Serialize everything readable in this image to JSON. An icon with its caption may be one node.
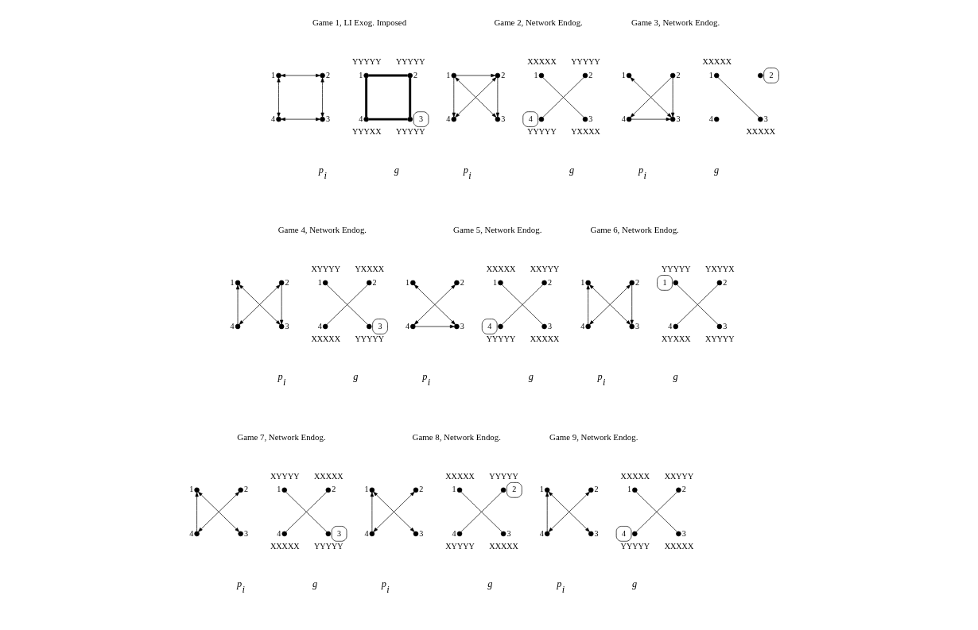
{
  "diagram": {
    "nodes": [
      {
        "text": [
          "1"
        ]
      },
      {
        "text": [
          "2"
        ]
      },
      {
        "text": [
          "4"
        ]
      },
      {
        "text": [
          "3"
        ]
      },
      {
        "text": [
          "1"
        ],
        "beside": [
          "YYYYY"
        ]
      },
      {
        "text": [
          "2"
        ],
        "beside": [
          "YYYYY"
        ]
      },
      {
        "text": [
          "4"
        ],
        "beside": [
          "YYYXX"
        ]
      },
      {
        "text": [
          "3"
        ],
        "beside": [
          "YYYYY"
        ]
      },
      {
        "text": [
          "1"
        ]
      },
      {
        "text": [
          "2"
        ]
      },
      {
        "text": [
          "4"
        ]
      },
      {
        "text": [
          "3"
        ]
      },
      {
        "text": [
          "1"
        ],
        "beside": [
          "XXXXX"
        ]
      },
      {
        "text": [
          "2"
        ],
        "beside": [
          "YYYYY"
        ]
      },
      {
        "text": [
          "4"
        ],
        "beside": [
          "YYYYY"
        ]
      },
      {
        "text": [
          "3"
        ],
        "beside": [
          "YXXXX"
        ]
      },
      {
        "text": [
          "1"
        ]
      },
      {
        "text": [
          "2"
        ]
      },
      {
        "text": [
          "4"
        ]
      },
      {
        "text": [
          "3"
        ]
      },
      {
        "text": [
          "1"
        ],
        "beside": [
          "XXXXX"
        ]
      },
      {
        "text": [
          "2"
        ]
      },
      {
        "text": [
          "4"
        ]
      },
      {
        "text": [
          "3"
        ],
        "beside": [
          "XXXXX"
        ]
      },
      {
        "text": [
          "1"
        ]
      },
      {
        "text": [
          "2"
        ]
      },
      {
        "text": [
          "4"
        ]
      },
      {
        "text": [
          "3"
        ]
      },
      {
        "text": [
          "1"
        ],
        "beside": [
          "XYYYY"
        ]
      },
      {
        "text": [
          "2"
        ],
        "beside": [
          "YXXXX"
        ]
      },
      {
        "text": [
          "4"
        ],
        "beside": [
          "XXXXX"
        ]
      },
      {
        "text": [
          "3"
        ],
        "beside": [
          "YYYYY"
        ]
      },
      {
        "text": [
          "1"
        ]
      },
      {
        "text": [
          "2"
        ]
      },
      {
        "text": [
          "4"
        ]
      },
      {
        "text": [
          "3"
        ]
      },
      {
        "text": [
          "1"
        ],
        "beside": [
          "XXXXX"
        ]
      },
      {
        "text": [
          "2"
        ],
        "beside": [
          "XXYYY"
        ]
      },
      {
        "text": [
          "4"
        ],
        "beside": [
          "YYYYY"
        ]
      },
      {
        "text": [
          "3"
        ],
        "beside": [
          "XXXXX"
        ]
      },
      {
        "text": [
          "1"
        ]
      },
      {
        "text": [
          "2"
        ]
      },
      {
        "text": [
          "4"
        ]
      },
      {
        "text": [
          "3"
        ]
      },
      {
        "text": [
          "1"
        ],
        "beside": [
          "YYYYY"
        ]
      },
      {
        "text": [
          "2"
        ],
        "beside": [
          "YXYYX"
        ]
      },
      {
        "text": [
          "4"
        ],
        "beside": [
          "XYXXX"
        ]
      },
      {
        "text": [
          "3"
        ],
        "beside": [
          "XYYYY"
        ]
      },
      {
        "text": [
          "1"
        ]
      },
      {
        "text": [
          "2"
        ]
      },
      {
        "text": [
          "4"
        ]
      },
      {
        "text": [
          "3"
        ]
      },
      {
        "text": [
          "1"
        ],
        "beside": [
          "XYYYY"
        ]
      },
      {
        "text": [
          "2"
        ],
        "beside": [
          "XXXXX"
        ]
      },
      {
        "text": [
          "4"
        ],
        "beside": [
          "XXXXX"
        ]
      },
      {
        "text": [
          "3"
        ],
        "beside": [
          "YYYYY"
        ]
      },
      {
        "text": [
          "1"
        ]
      },
      {
        "text": [
          "2"
        ]
      },
      {
        "text": [
          "4"
        ]
      },
      {
        "text": [
          "3"
        ]
      },
      {
        "text": [
          "1"
        ],
        "beside": [
          "XXXXX"
        ]
      },
      {
        "text": [
          "2"
        ],
        "beside": [
          "YYYYY"
        ]
      },
      {
        "text": [
          "4"
        ],
        "beside": [
          "XYYYY"
        ]
      },
      {
        "text": [
          "3"
        ],
        "beside": [
          "XXXXX"
        ]
      },
      {
        "text": [
          "1"
        ]
      },
      {
        "text": [
          "2"
        ]
      },
      {
        "text": [
          "4"
        ]
      },
      {
        "text": [
          "3"
        ]
      },
      {
        "text": [
          "1"
        ],
        "beside": [
          "XXXXX"
        ]
      },
      {
        "text": [
          "2"
        ],
        "beside": [
          "XXYYY"
        ]
      },
      {
        "text": [
          "4"
        ],
        "beside": [
          "YYYYY"
        ]
      },
      {
        "text": [
          "3"
        ],
        "beside": [
          "XXXXX"
        ]
      }
    ],
    "edges": [
      {
        "from": 0,
        "to": 1,
        "arrow": "both"
      },
      {
        "from": 0,
        "to": 2,
        "arrow": "both"
      },
      {
        "from": 1,
        "to": 3,
        "arrow": "both"
      },
      {
        "from": 2,
        "to": 3,
        "arrow": "both"
      },
      {
        "from": 4,
        "to": 5,
        "arrow": "none",
        "style": "thick"
      },
      {
        "from": 4,
        "to": 6,
        "arrow": "none",
        "style": "thick"
      },
      {
        "from": 5,
        "to": 7,
        "arrow": "none",
        "style": "thick"
      },
      {
        "from": 6,
        "to": 7,
        "arrow": "none",
        "style": "thick"
      },
      {
        "from": 8,
        "to": 9,
        "arrow": "to"
      },
      {
        "from": 8,
        "to": 10,
        "arrow": "to"
      },
      {
        "from": 9,
        "to": 11,
        "arrow": "to"
      },
      {
        "from": 9,
        "to": 10,
        "arrow": "both"
      },
      {
        "from": 8,
        "to": 11,
        "arrow": "both"
      },
      {
        "from": 12,
        "to": 15,
        "arrow": "none"
      },
      {
        "from": 13,
        "to": 14,
        "arrow": "none"
      },
      {
        "from": 16,
        "to": 19,
        "arrow": "both"
      },
      {
        "from": 17,
        "to": 18,
        "arrow": "to"
      },
      {
        "from": 17,
        "to": 19,
        "arrow": "to"
      },
      {
        "from": 18,
        "to": 19,
        "arrow": "to"
      },
      {
        "from": 20,
        "to": 23,
        "arrow": "none"
      },
      {
        "from": 26,
        "to": 24,
        "arrow": "to"
      },
      {
        "from": 25,
        "to": 27,
        "arrow": "to"
      },
      {
        "from": 24,
        "to": 27,
        "arrow": "both"
      },
      {
        "from": 25,
        "to": 26,
        "arrow": "both"
      },
      {
        "from": 28,
        "to": 31,
        "arrow": "none"
      },
      {
        "from": 29,
        "to": 30,
        "arrow": "none"
      },
      {
        "from": 32,
        "to": 35,
        "arrow": "both"
      },
      {
        "from": 33,
        "to": 34,
        "arrow": "both"
      },
      {
        "from": 34,
        "to": 35,
        "arrow": "to"
      },
      {
        "from": 36,
        "to": 39,
        "arrow": "none"
      },
      {
        "from": 37,
        "to": 38,
        "arrow": "none"
      },
      {
        "from": 42,
        "to": 40,
        "arrow": "to"
      },
      {
        "from": 41,
        "to": 43,
        "arrow": "to"
      },
      {
        "from": 40,
        "to": 43,
        "arrow": "both"
      },
      {
        "from": 41,
        "to": 42,
        "arrow": "both"
      },
      {
        "from": 44,
        "to": 47,
        "arrow": "none"
      },
      {
        "from": 45,
        "to": 46,
        "arrow": "none"
      },
      {
        "from": 50,
        "to": 48,
        "arrow": "to"
      },
      {
        "from": 48,
        "to": 51,
        "arrow": "both"
      },
      {
        "from": 49,
        "to": 50,
        "arrow": "both"
      },
      {
        "from": 52,
        "to": 55,
        "arrow": "none"
      },
      {
        "from": 53,
        "to": 54,
        "arrow": "none"
      },
      {
        "from": 58,
        "to": 56,
        "arrow": "to"
      },
      {
        "from": 56,
        "to": 59,
        "arrow": "both"
      },
      {
        "from": 57,
        "to": 58,
        "arrow": "both"
      },
      {
        "from": 60,
        "to": 63,
        "arrow": "none"
      },
      {
        "from": 61,
        "to": 62,
        "arrow": "none"
      },
      {
        "from": 66,
        "to": 64,
        "arrow": "to"
      },
      {
        "from": 64,
        "to": 67,
        "arrow": "both"
      },
      {
        "from": 65,
        "to": 66,
        "arrow": "both"
      },
      {
        "from": 68,
        "to": 71,
        "arrow": "none"
      },
      {
        "from": 69,
        "to": 70,
        "arrow": "none"
      }
    ],
    "labels": [
      "Game 1, LI Exog. Imposed",
      "Game 2, Network Endog.",
      "Game 3, Network Endog.",
      "p$_{i}$",
      "g",
      "p$_{i}$",
      "g",
      "p$_{i}$",
      "g",
      "Game 4, Network Endog.",
      "Game 5, Network Endog.",
      "Game 6, Network Endog.",
      "p$_{i}$",
      "g",
      "p$_{i}$",
      "g",
      "p$_{i}$",
      "g",
      "Game 7, Network Endog.",
      "Game 8, Network Endog.",
      "Game 9, Network Endog.",
      "p$_{i}$",
      "g",
      "p$_{i}$",
      "g",
      "p$_{i}$",
      "g"
    ]
  }
}
